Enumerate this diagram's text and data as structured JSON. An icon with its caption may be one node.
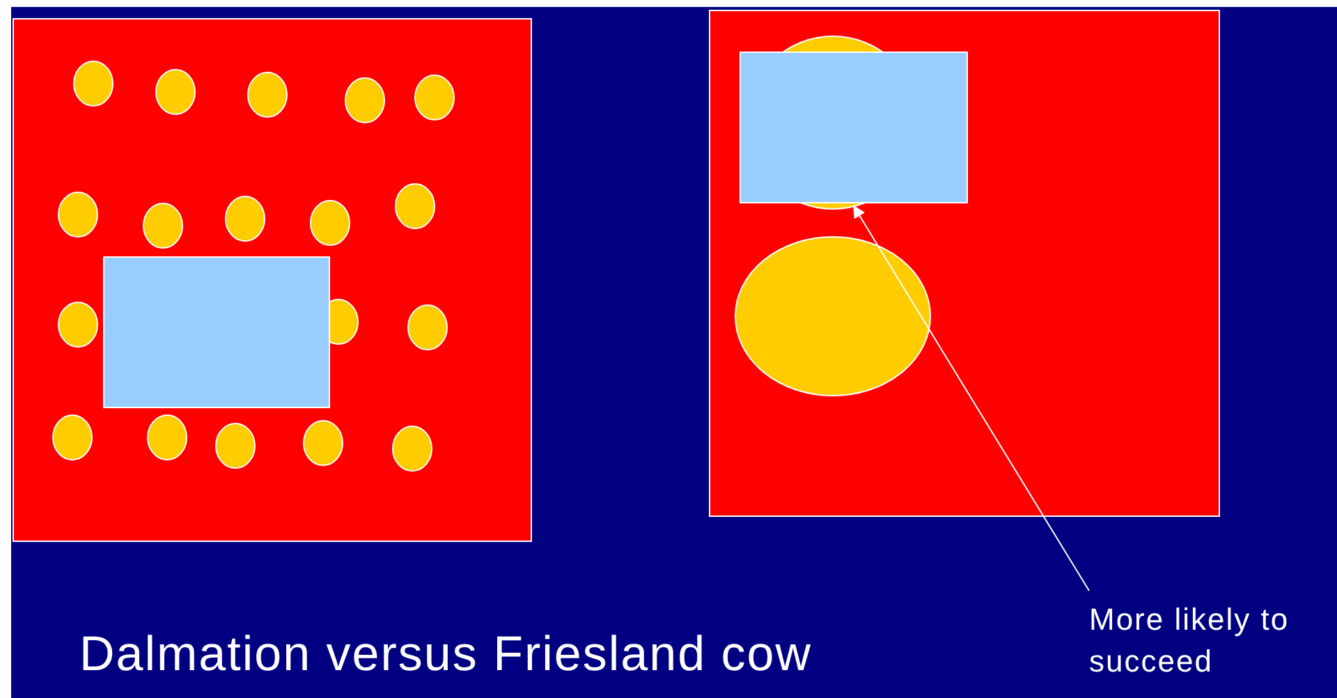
{
  "diagram": {
    "title": "Dalmation versus Friesland cow",
    "nodes": [
      {
        "text": [],
        "shape": "box"
      },
      {
        "text": [],
        "shape": "box",
        "in": 0
      },
      {
        "text": [],
        "shape": "box"
      },
      {
        "text": [],
        "shape": "box",
        "in": 2
      },
      {
        "text": [
          "More likely to succeed"
        ]
      }
    ],
    "edges": [
      {
        "from": 4,
        "to": 3,
        "arrow": "to"
      }
    ]
  }
}
